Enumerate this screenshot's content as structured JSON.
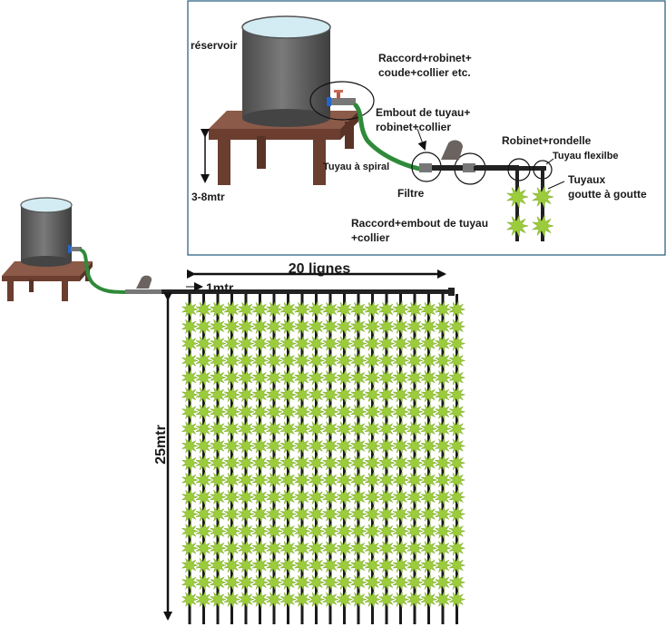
{
  "inset": {
    "labels": {
      "reservoir": "réservoir",
      "raccord_line1": "Raccord+robinet+",
      "raccord_line2": "coude+collier etc.",
      "embout_line1": "Embout de tuyau+",
      "embout_line2": "robinet+collier",
      "robinet_rondelle": "Robinet+rondelle",
      "tuyau_flexible": "Tuyau flexilbe",
      "tuyaux_line1": "Tuyaux",
      "tuyaux_line2": "goutte à goutte",
      "tuyau_spiral": "Tuyau à spiral",
      "height": "3-8mtr",
      "filtre": "Filtre",
      "raccord_embout_line1": "Raccord+embout de tuyau",
      "raccord_embout_line2": "+collier"
    }
  },
  "field": {
    "rows_label": "20 lignes",
    "spacing_label": "1mtr",
    "length_label": "25mtr",
    "line_count": 20,
    "plants_per_line": 18
  },
  "colors": {
    "tank": "#5a5a5a",
    "water": "#cfe8ef",
    "table": "#7a4a3a",
    "hose": "#2f8a3a",
    "plant": "#9ccc3c",
    "frame": "#1e5a7a"
  }
}
